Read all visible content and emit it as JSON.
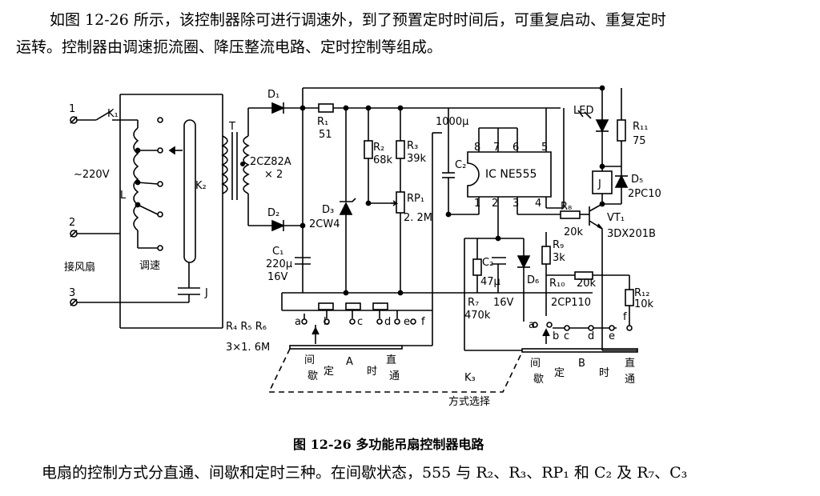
{
  "intro": {
    "line1": "如图 12-26 所示，该控制器除可进行调速外，到了预置定时时间后，可重复启动、重复定时",
    "line2": "运转。控制器由调速扼流圈、降压整流电路、定时控制等组成。"
  },
  "labels": {
    "n1": "1",
    "n2": "2",
    "n3": "3",
    "K1": "K₁",
    "K2": "K₂",
    "L": "L",
    "T": "T",
    "J_left": "J",
    "V220": "~220V",
    "fan": "接风扇",
    "speed": "调速",
    "D1": "D₁",
    "D2": "D₂",
    "D3": "D₃",
    "D3type": "2CW4",
    "bridge": "2CZ82A",
    "bridge_x2": "× 2",
    "R1": "R₁",
    "R1v": "51",
    "C1": "C₁",
    "C1v": "220μ",
    "C1v2": "16V",
    "R2": "R₂",
    "R2v": "68k",
    "R3": "R₃",
    "R3v": "39k",
    "RP1": "RP₁",
    "RP1v": "2. 2M",
    "C1000": "1000μ",
    "C2top": "C₂",
    "pin8": "8",
    "pin7": "7",
    "pin6": "6",
    "pin5": "5",
    "pin1": "1",
    "pin2": "2",
    "pin3": "3",
    "pin4": "4",
    "ic": "IC  NE555",
    "LED": "LED",
    "R11": "R₁₁",
    "R11v": "75",
    "J": "J",
    "D5": "D₅",
    "D5v": "2PC10",
    "R8": "R₈",
    "R8v": "20k",
    "VT1": "VT₁",
    "VT1v": "3DX201B",
    "R9": "R₉",
    "R9v": "3k",
    "C2": "C₂",
    "C2v": "47μ",
    "C2v2": "16V",
    "D6": "D₆",
    "R10": "R₁₀",
    "R10v": "20k",
    "D6v": "2CP110",
    "R12": "R₁₂",
    "R12v": "10k",
    "R7": "R₇",
    "R7v": "470k",
    "R456": "R₄  R₅  R₆",
    "R456v": "3×1. 6M",
    "a": "a",
    "b": "b",
    "c": "c",
    "d": "d",
    "e": "e",
    "f": "f",
    "sw_intermittent": "间",
    "sw_intermittent2": "歇",
    "sw_timed": "定",
    "sw_A": "A",
    "sw_timed2": "时",
    "sw_direct": "直",
    "sw_direct2": "通",
    "sw_B": "B",
    "K3": "K₃",
    "mode_select": "方式选择"
  },
  "caption": "图 12-26    多功能吊扇控制器电路",
  "outro": "电扇的控制方式分直通、间歇和定时三种。在间歇状态，555 与 R₂、R₃、RP₁ 和 C₂ 及 R₇、C₃"
}
